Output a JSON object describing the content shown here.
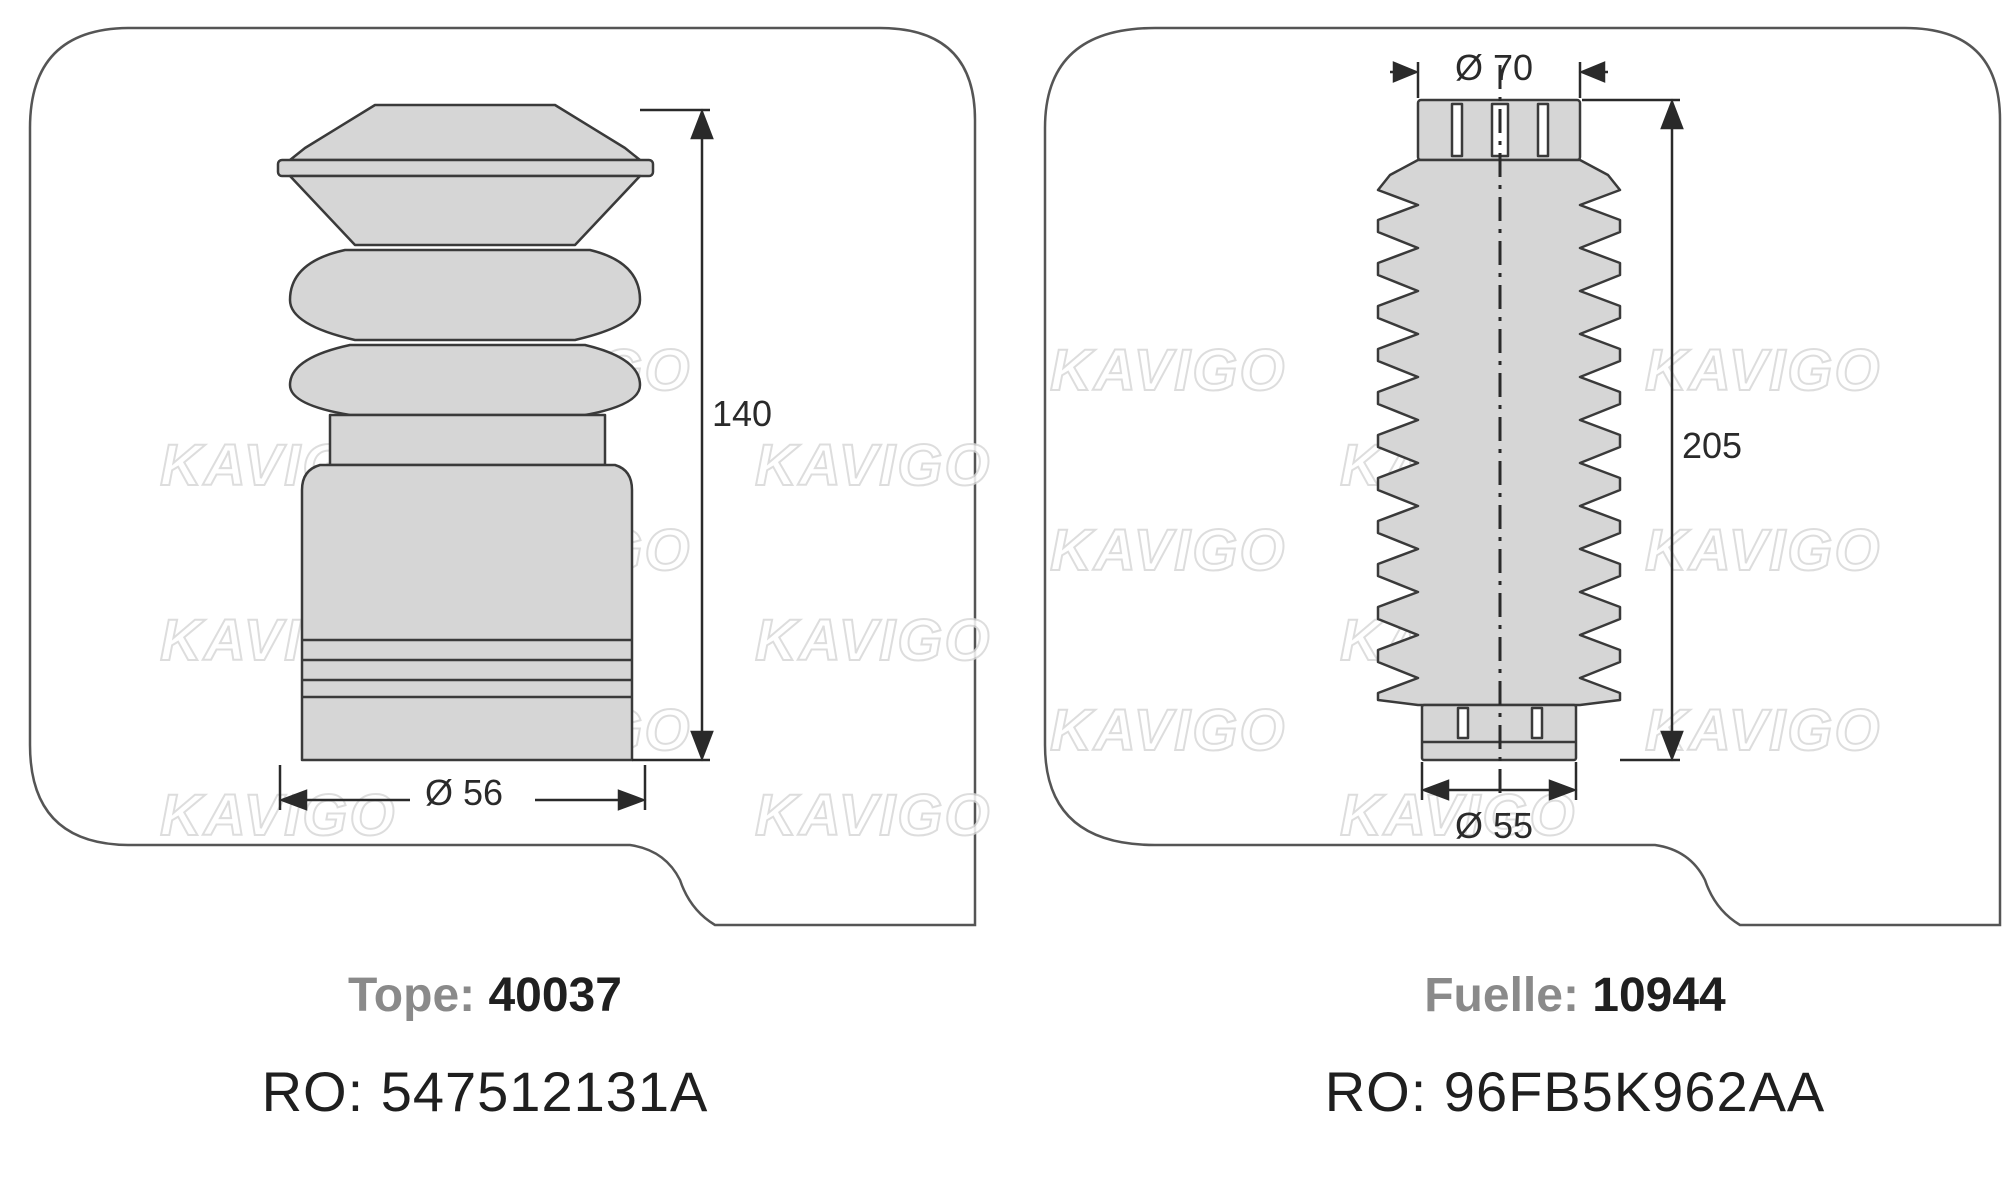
{
  "watermark_text": "KAVIGO",
  "left_part": {
    "type_label": "Tope:",
    "code": "40037",
    "ro_line": "RO: 547512131A",
    "height_dim": "140",
    "diameter_dim": "Ø 56"
  },
  "right_part": {
    "type_label": "Fuelle:",
    "code": "10944",
    "ro_line": "RO: 96FB5K962AA",
    "height_dim": "205",
    "top_diameter_dim": "Ø 70",
    "bottom_diameter_dim": "Ø 55"
  },
  "colors": {
    "part_fill": "#d6d6d6",
    "outline": "#3a3a3a",
    "label_grey": "#8a8a8a",
    "text_dark": "#1f1f1f"
  }
}
